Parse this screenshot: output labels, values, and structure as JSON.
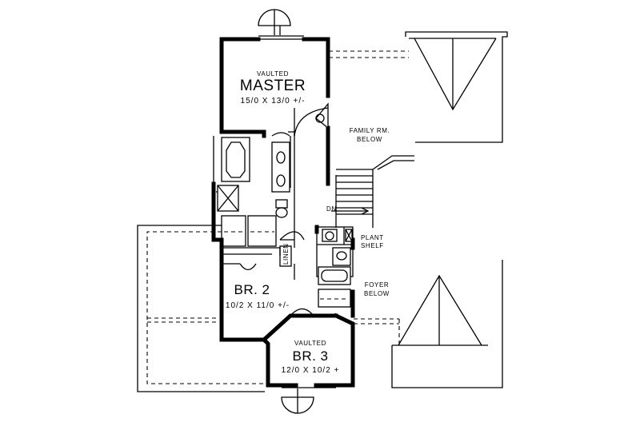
{
  "plan": {
    "master": {
      "note": "VAULTED",
      "name": "MASTER",
      "size": "15/0 X 13/0 +/-"
    },
    "family_room": {
      "line1": "FAMILY RM.",
      "line2": "BELOW"
    },
    "foyer": {
      "line1": "FOYER",
      "line2": "BELOW"
    },
    "plant_shelf": {
      "line1": "PLANT",
      "line2": "SHELF"
    },
    "stair": {
      "label": "DN."
    },
    "linen": {
      "label": "LINEN"
    },
    "bedroom2": {
      "name": "BR. 2",
      "size": "10/2 X 11/0 +/-"
    },
    "bedroom3": {
      "note": "VAULTED",
      "name": "BR. 3",
      "size": "12/0 X 10/2 +"
    }
  }
}
